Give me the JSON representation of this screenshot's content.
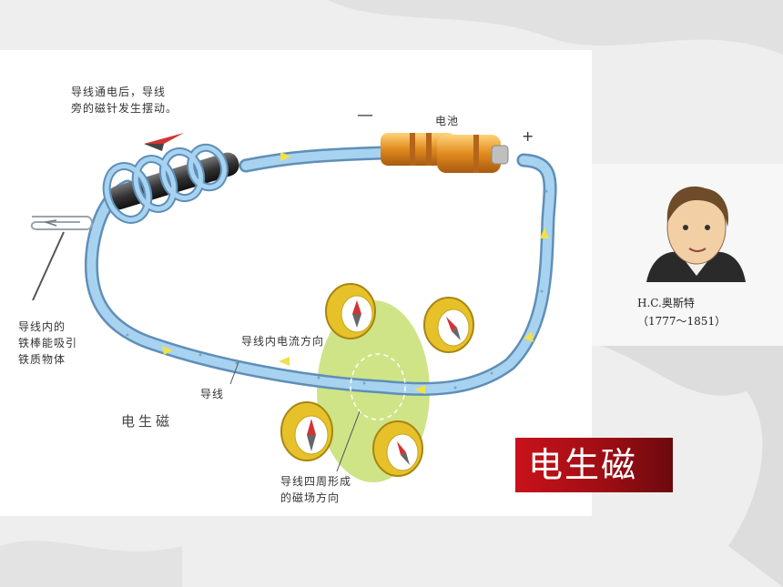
{
  "labels": {
    "needle": "导线通电后，导线\n旁的磁针发生摆动。",
    "battery": "电池",
    "minus": "—",
    "plus": "+",
    "rod": "导线内的\n铁棒能吸引\n铁质物体",
    "current": "导线内电流方向",
    "wire": "导线",
    "field": "导线四周形成\n的磁场方向",
    "caption": "电生磁"
  },
  "portrait": {
    "name": "H.C.奥斯特",
    "years": "（1777～1851）"
  },
  "title": "电生磁",
  "colors": {
    "title_bg": "#b8101a",
    "wire": "#8fc2e6",
    "field": "#c8e27a",
    "compass_rim": "#e6c12a",
    "battery": "#e59a2a"
  }
}
